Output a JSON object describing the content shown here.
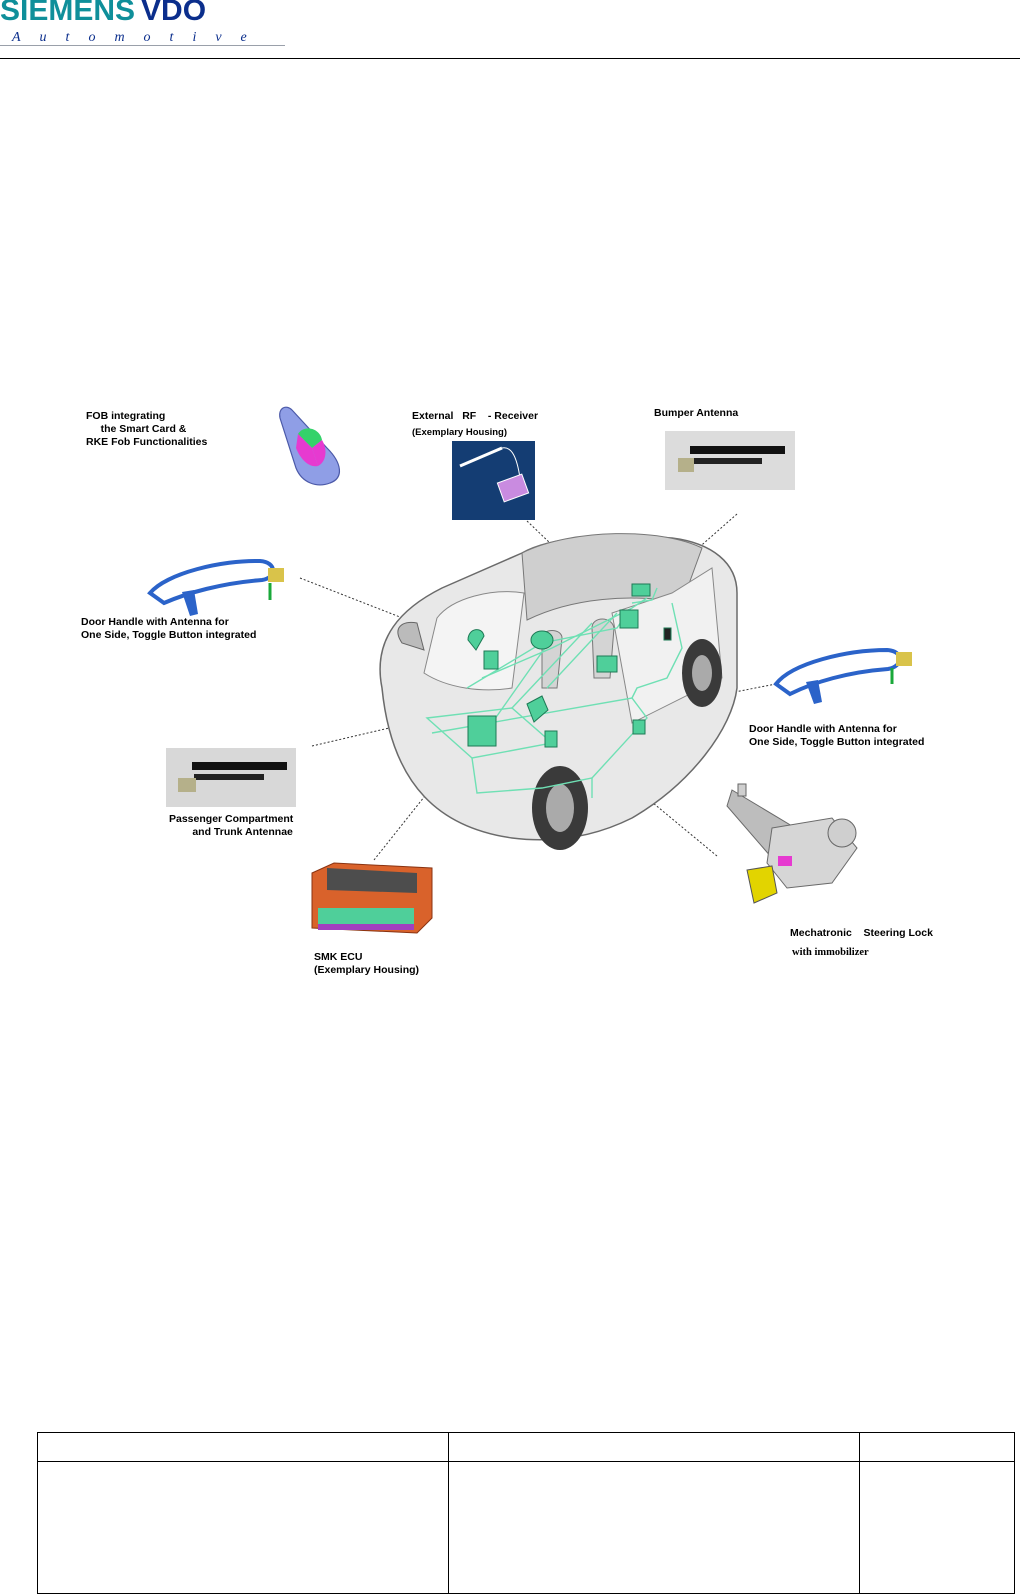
{
  "header": {
    "logo_brand_left": "SIEMENS",
    "logo_brand_right": "VDO",
    "logo_tagline": "Automotive"
  },
  "figure": {
    "labels": {
      "fob": "FOB integrating\n     the Smart Card &\nRKE Fob Functionalities",
      "rf_receiver": "External   RF    - Receiver",
      "rf_receiver_note": "(Exemplary Housing)",
      "bumper_antenna": "Bumper Antenna",
      "door_handle_left": "Door Handle with Antenna for\nOne Side, Toggle Button integrated",
      "door_handle_right": "Door Handle with Antenna for\nOne Side, Toggle Button integrated",
      "passenger_antenna": "Passenger Compartment\n        and Trunk Antennae",
      "smk_ecu": "SMK ECU\n(Exemplary Housing)",
      "steering_lock": "Mechatronic    Steering Lock",
      "steering_lock_note": "with immobilizer"
    }
  },
  "colors": {
    "brand_teal": "#0f8f9a",
    "brand_blue": "#0b2e8c",
    "wiring_green": "#6fe0b4",
    "component_green": "#4fcf9a",
    "handle_blue": "#2b63c9",
    "ecu_orange": "#d9622b"
  },
  "footer_table": {
    "header_cells": [
      "",
      "",
      ""
    ],
    "body_cells": [
      "",
      "",
      ""
    ]
  }
}
